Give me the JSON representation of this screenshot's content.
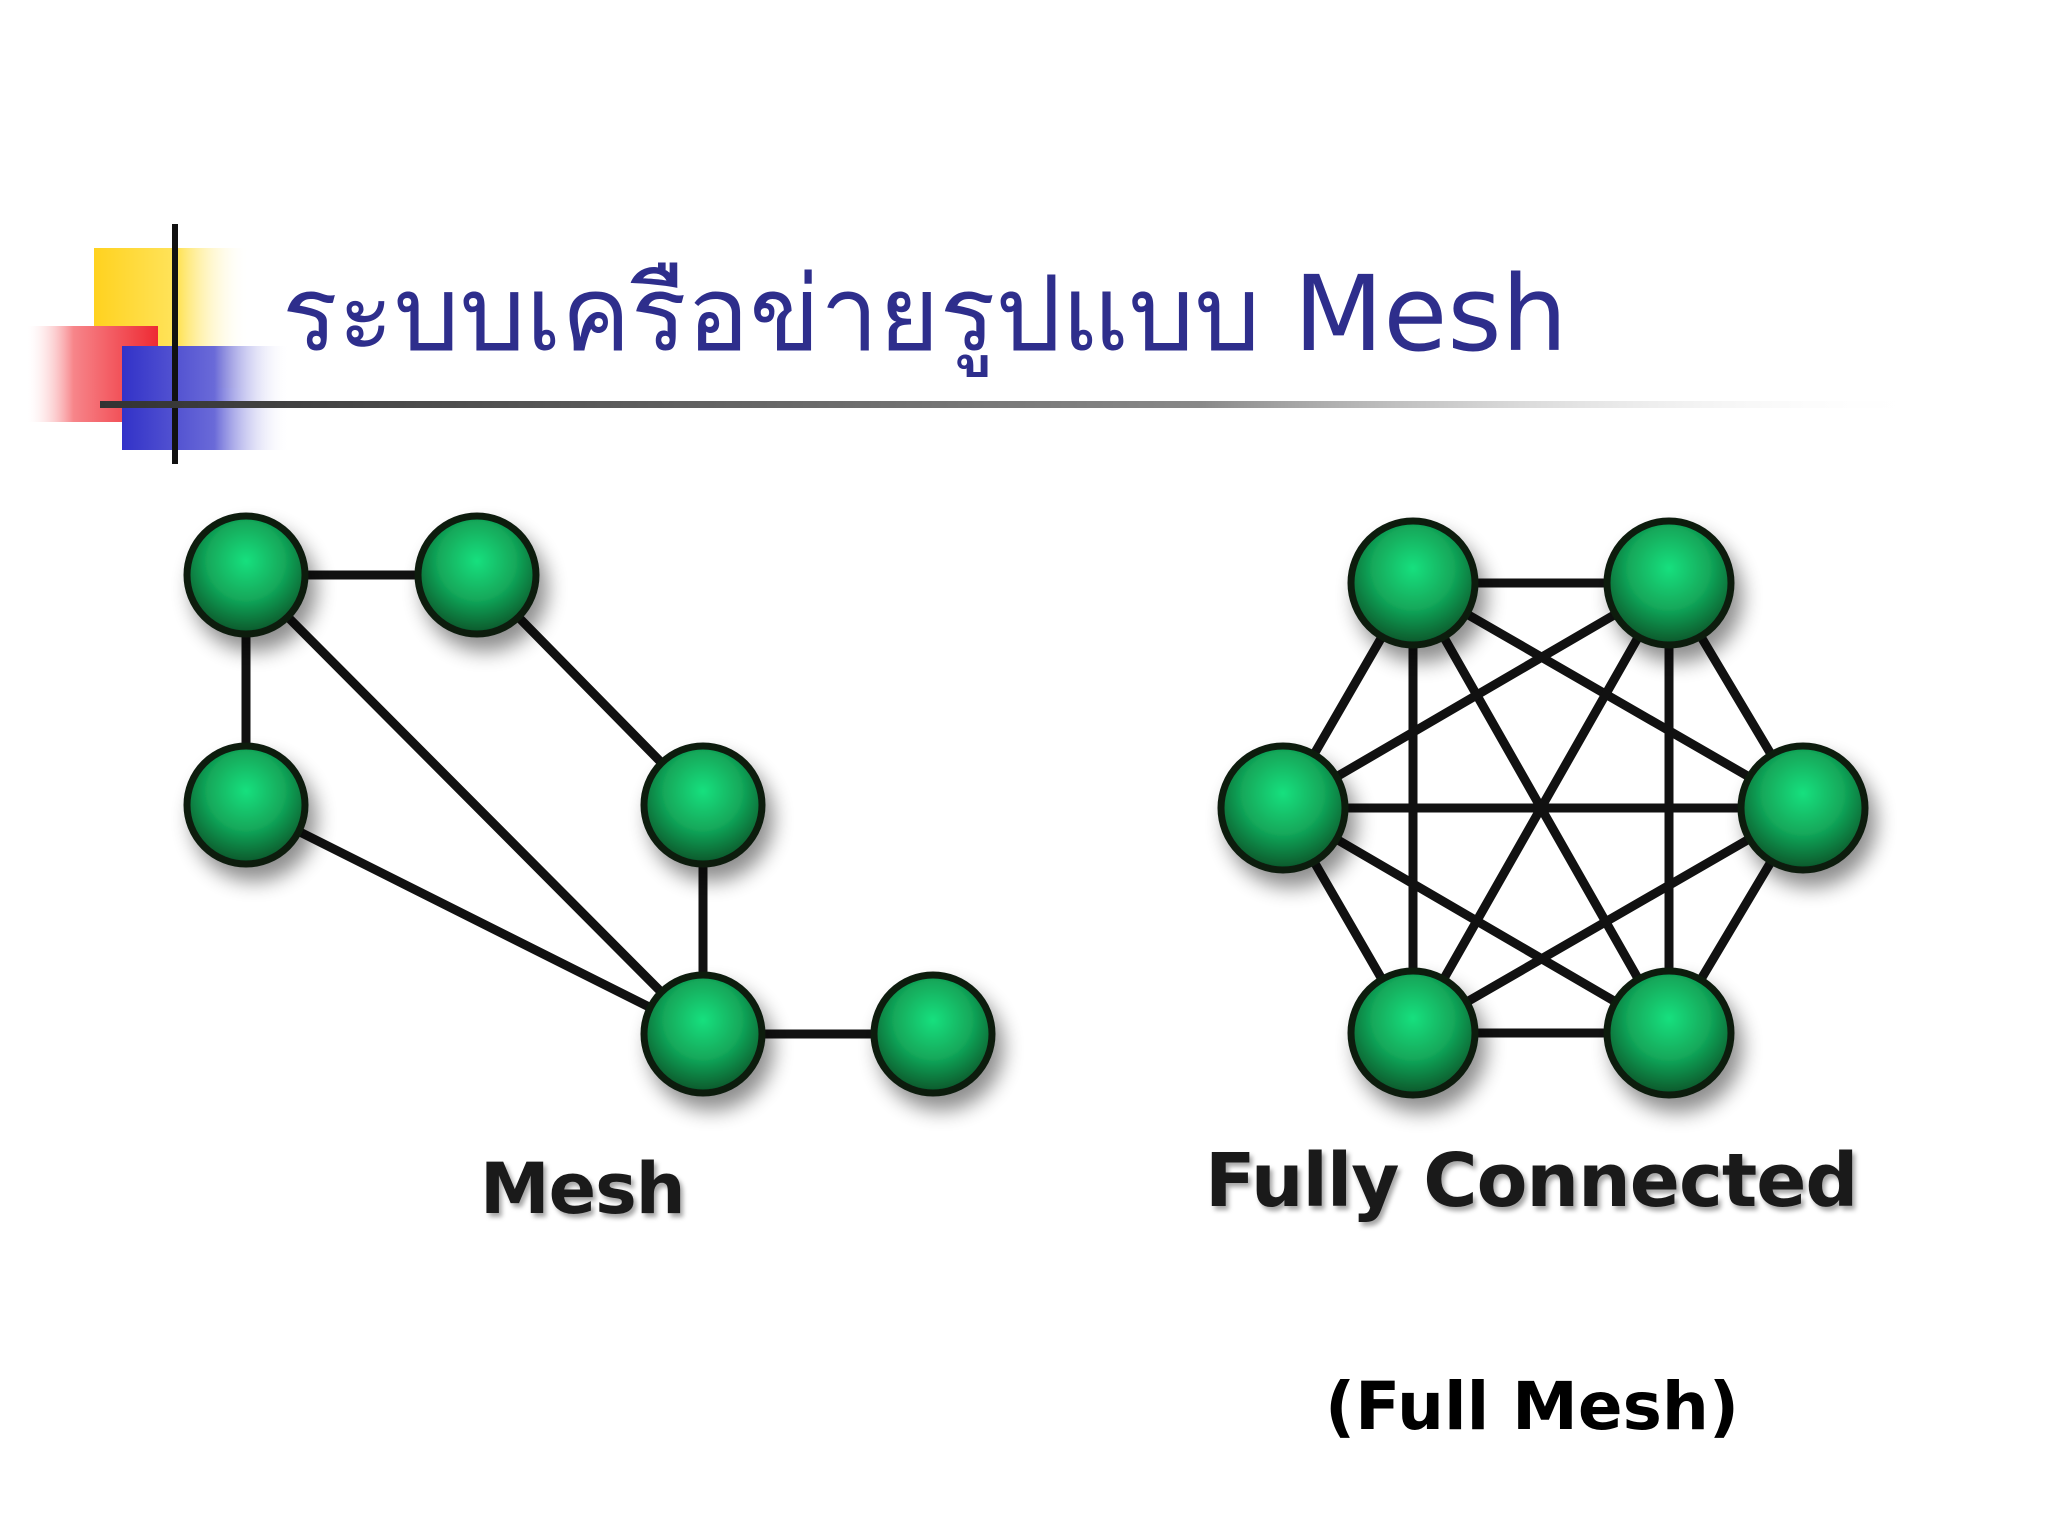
{
  "slide": {
    "title": "ระบบเครือข่ายรูปแบบ Mesh",
    "title_color": "#2e2e8c",
    "caption": "(Full Mesh)"
  },
  "diagrams": {
    "mesh": {
      "label": "Mesh",
      "nodes": [
        "n1",
        "n2",
        "n3",
        "n4",
        "n5",
        "n6"
      ],
      "edges": [
        [
          "n1",
          "n2"
        ],
        [
          "n1",
          "n3"
        ],
        [
          "n1",
          "n5"
        ],
        [
          "n3",
          "n5"
        ],
        [
          "n2",
          "n4"
        ],
        [
          "n4",
          "n5"
        ],
        [
          "n5",
          "n6"
        ]
      ]
    },
    "full": {
      "label": "Fully Connected",
      "nodes": [
        "a",
        "b",
        "c",
        "d",
        "e",
        "f"
      ],
      "edges": [
        [
          "a",
          "b"
        ],
        [
          "a",
          "c"
        ],
        [
          "a",
          "d"
        ],
        [
          "a",
          "e"
        ],
        [
          "a",
          "f"
        ],
        [
          "b",
          "c"
        ],
        [
          "b",
          "d"
        ],
        [
          "b",
          "e"
        ],
        [
          "b",
          "f"
        ],
        [
          "c",
          "d"
        ],
        [
          "c",
          "e"
        ],
        [
          "c",
          "f"
        ],
        [
          "d",
          "e"
        ],
        [
          "d",
          "f"
        ],
        [
          "e",
          "f"
        ]
      ]
    },
    "node_color": "#13a85a",
    "edge_color": "#111111"
  },
  "decor": {
    "yellow": "#ffd21f",
    "red": "#ee2a33",
    "blue": "#3232c8"
  }
}
